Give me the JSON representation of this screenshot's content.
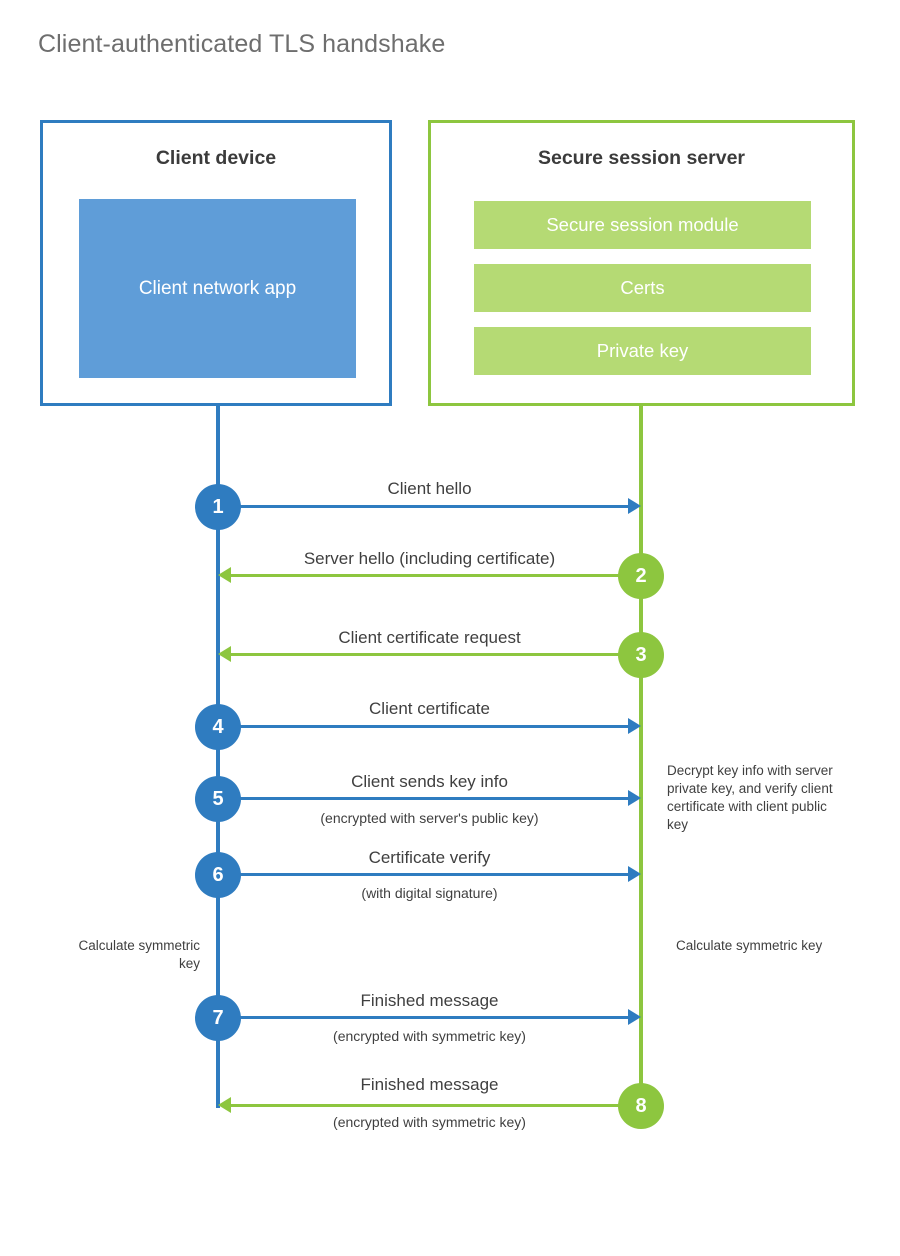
{
  "diagram": {
    "title": "Client-authenticated TLS handshake",
    "colors": {
      "client_blue": "#2f7cc0",
      "client_app_blue": "#5f9dd8",
      "server_green": "#8dc63f",
      "server_bar_green": "#b5da74",
      "title_gray": "#6e6e6e",
      "text_gray": "#3f3f3f"
    }
  },
  "entities": {
    "client": {
      "title": "Client device",
      "app_label": "Client network app"
    },
    "server": {
      "title": "Secure session server",
      "components": [
        "Secure session module",
        "Certs",
        "Private key"
      ]
    }
  },
  "steps": [
    {
      "number": "1",
      "label": "Client hello",
      "sublabel": "",
      "direction": "client-to-server",
      "color": "blue"
    },
    {
      "number": "2",
      "label": "Server hello (including certificate)",
      "sublabel": "",
      "direction": "server-to-client",
      "color": "green"
    },
    {
      "number": "3",
      "label": "Client certificate request",
      "sublabel": "",
      "direction": "server-to-client",
      "color": "green"
    },
    {
      "number": "4",
      "label": "Client certificate",
      "sublabel": "",
      "direction": "client-to-server",
      "color": "blue"
    },
    {
      "number": "5",
      "label": "Client sends key info",
      "sublabel": "(encrypted with server's public key)",
      "direction": "client-to-server",
      "color": "blue"
    },
    {
      "number": "6",
      "label": "Certificate verify",
      "sublabel": "(with digital signature)",
      "direction": "client-to-server",
      "color": "blue"
    },
    {
      "number": "7",
      "label": "Finished message",
      "sublabel": "(encrypted with symmetric key)",
      "direction": "client-to-server",
      "color": "blue"
    },
    {
      "number": "8",
      "label": "Finished message",
      "sublabel": "(encrypted with symmetric key)",
      "direction": "server-to-client",
      "color": "green"
    }
  ],
  "annotations": {
    "server_decrypt_note": "Decrypt key info with server private key, and verify client certificate with client public key",
    "client_calculate_note": "Calculate symmetric key",
    "server_calculate_note": "Calculate symmetric key"
  }
}
